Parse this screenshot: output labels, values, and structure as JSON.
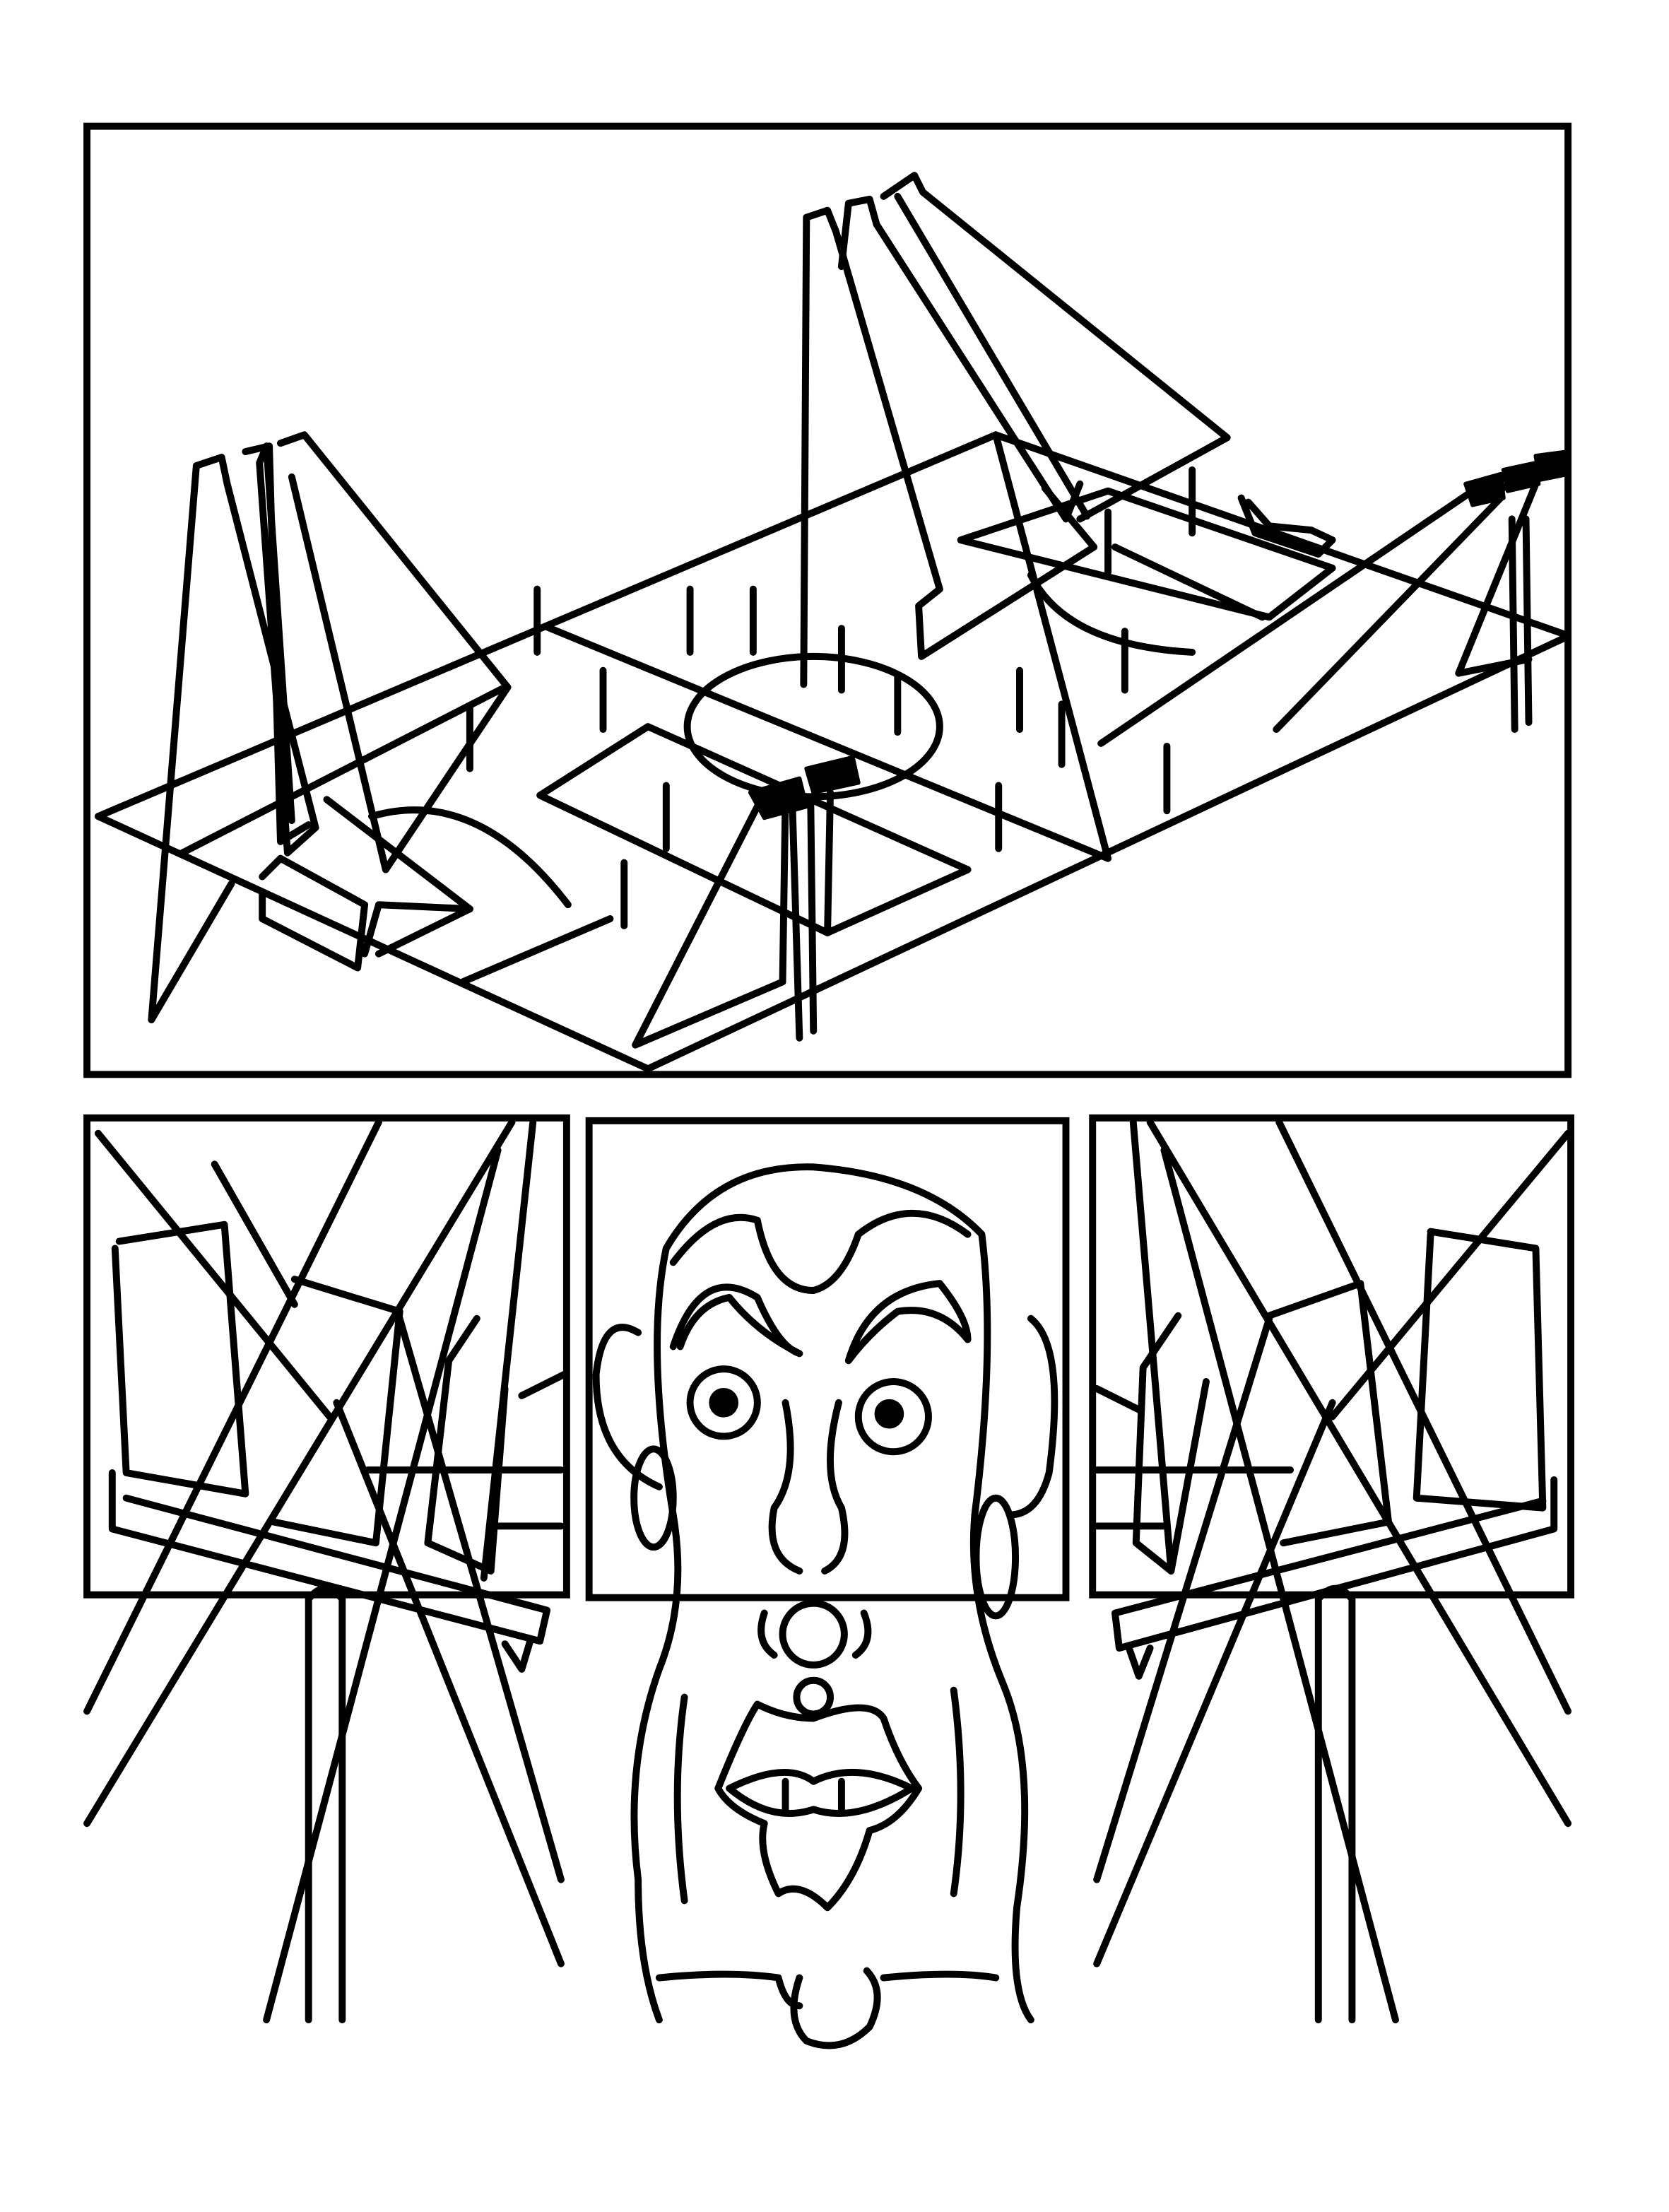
{
  "colors": {
    "ink": "#000000",
    "paper": "#ffffff"
  },
  "page": {
    "panels": [
      {
        "id": "top-wide-scene"
      },
      {
        "id": "bottom-left-scaffold"
      },
      {
        "id": "bottom-middle-face"
      },
      {
        "id": "bottom-right-scaffold"
      }
    ]
  }
}
